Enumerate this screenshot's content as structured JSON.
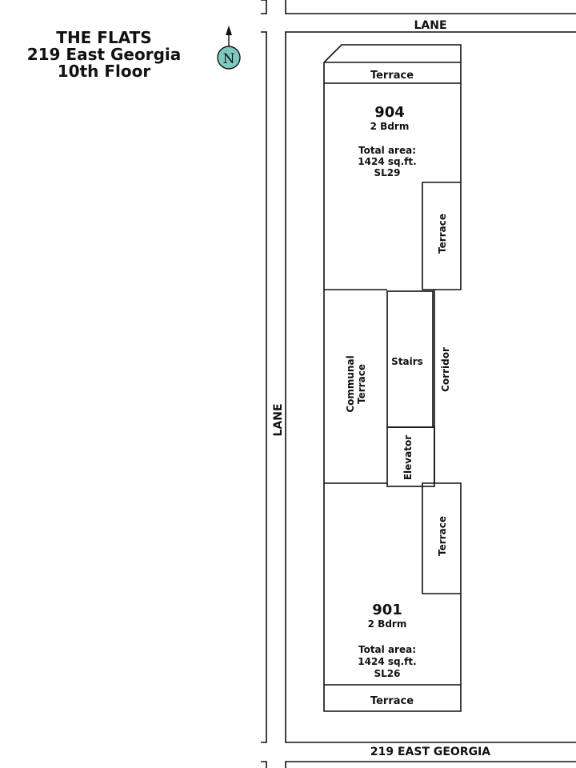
{
  "title": {
    "line1": "THE FLATS",
    "line2": "219 East Georgia",
    "line3": "10th Floor"
  },
  "compass": {
    "letter": "N",
    "icon": "north-arrow-icon",
    "color": "#7ec8c0"
  },
  "streets": {
    "top": "LANE",
    "left": "LANE",
    "bottom": "219 EAST GEORGIA"
  },
  "units": [
    {
      "number": "904",
      "type": "2 Bdrm",
      "area_label": "Total area:",
      "area_value": "1424 sq.ft.",
      "strata_lot": "SL29"
    },
    {
      "number": "901",
      "type": "2 Bdrm",
      "area_label": "Total area:",
      "area_value": "1424 sq.ft.",
      "strata_lot": "SL26"
    }
  ],
  "rooms": {
    "terrace_top": "Terrace",
    "terrace_upper_side": "Terrace",
    "communal_line1": "Communal",
    "communal_line2": "Terrace",
    "stairs": "Stairs",
    "corridor": "Corridor",
    "elevator": "Elevator",
    "terrace_lower_side": "Terrace",
    "terrace_bottom": "Terrace"
  }
}
